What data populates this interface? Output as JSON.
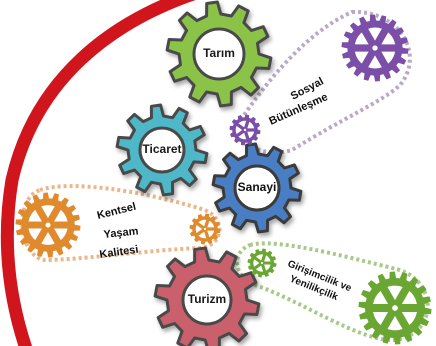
{
  "gears": {
    "tarim": {
      "label": "Tarım",
      "color": "#8bc34a",
      "stroke": "#4a4a4a"
    },
    "ticaret": {
      "label": "Ticaret",
      "color": "#4fb8c8",
      "stroke": "#4a4a4a"
    },
    "sanayi": {
      "label": "Sanayi",
      "color": "#4a7ec4",
      "stroke": "#3a3a3a"
    },
    "turizm": {
      "label": "Turizm",
      "color": "#c9606c",
      "stroke": "#4a4a4a"
    }
  },
  "chains": {
    "sosyal": {
      "line1": "Sosyal",
      "line2": "Bütünleşme",
      "color": "#7b4fa8"
    },
    "kentsel": {
      "line1": "Kentsel",
      "line2": "Yaşam",
      "line3": "Kalitesi",
      "color": "#e08a2e"
    },
    "girisim": {
      "line1": "Girişimcilik ve",
      "line2": "Yenilikçilik",
      "color": "#6aa632"
    }
  },
  "accent": {
    "arc": "#d0161c"
  }
}
